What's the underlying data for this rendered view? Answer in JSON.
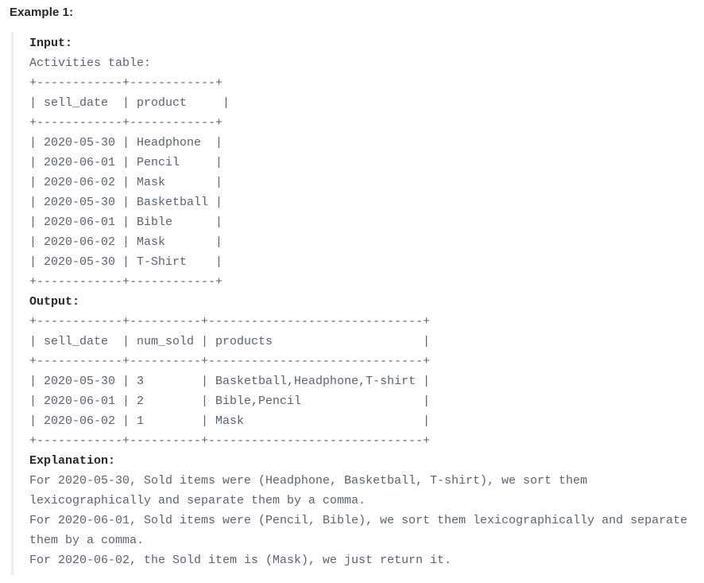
{
  "heading": "Example 1:",
  "input": {
    "label": "Input:",
    "caption": "Activities table:",
    "table_text": "+------------+------------+\n| sell_date  | product     |\n+------------+------------+\n| 2020-05-30 | Headphone  |\n| 2020-06-01 | Pencil     |\n| 2020-06-02 | Mask       |\n| 2020-05-30 | Basketball |\n| 2020-06-01 | Bible      |\n| 2020-06-02 | Mask       |\n| 2020-05-30 | T-Shirt    |\n+------------+------------+",
    "table": {
      "columns": [
        "sell_date",
        "product"
      ],
      "rows": [
        [
          "2020-05-30",
          "Headphone"
        ],
        [
          "2020-06-01",
          "Pencil"
        ],
        [
          "2020-06-02",
          "Mask"
        ],
        [
          "2020-05-30",
          "Basketball"
        ],
        [
          "2020-06-01",
          "Bible"
        ],
        [
          "2020-06-02",
          "Mask"
        ],
        [
          "2020-05-30",
          "T-Shirt"
        ]
      ]
    }
  },
  "output": {
    "label": "Output:",
    "table_text": "+------------+----------+------------------------------+\n| sell_date  | num_sold | products                     |\n+------------+----------+------------------------------+\n| 2020-05-30 | 3        | Basketball,Headphone,T-shirt |\n| 2020-06-01 | 2        | Bible,Pencil                 |\n| 2020-06-02 | 1        | Mask                         |\n+------------+----------+------------------------------+",
    "table": {
      "columns": [
        "sell_date",
        "num_sold",
        "products"
      ],
      "rows": [
        [
          "2020-05-30",
          "3",
          "Basketball,Headphone,T-shirt"
        ],
        [
          "2020-06-01",
          "2",
          "Bible,Pencil"
        ],
        [
          "2020-06-02",
          "1",
          "Mask"
        ]
      ]
    }
  },
  "explanation": {
    "label": "Explanation:",
    "lines": [
      "For 2020-05-30, Sold items were (Headphone, Basketball, T-shirt), we sort them lexicographically and separate them by a comma.",
      "For 2020-06-01, Sold items were (Pencil, Bible), we sort them lexicographically and separate them by a comma.",
      "For 2020-06-02, the Sold item is (Mask), we just return it."
    ],
    "text": "For 2020-05-30, Sold items were (Headphone, Basketball, T-shirt), we sort them lexicographically and separate them by a comma.\nFor 2020-06-01, Sold items were (Pencil, Bible), we sort them lexicographically and separate them by a comma.\nFor 2020-06-02, the Sold item is (Mask), we just return it."
  },
  "colors": {
    "heading_text": "#262626",
    "mono_text": "#5c6270",
    "blockquote_border": "#ebebeb",
    "background": "#ffffff"
  }
}
